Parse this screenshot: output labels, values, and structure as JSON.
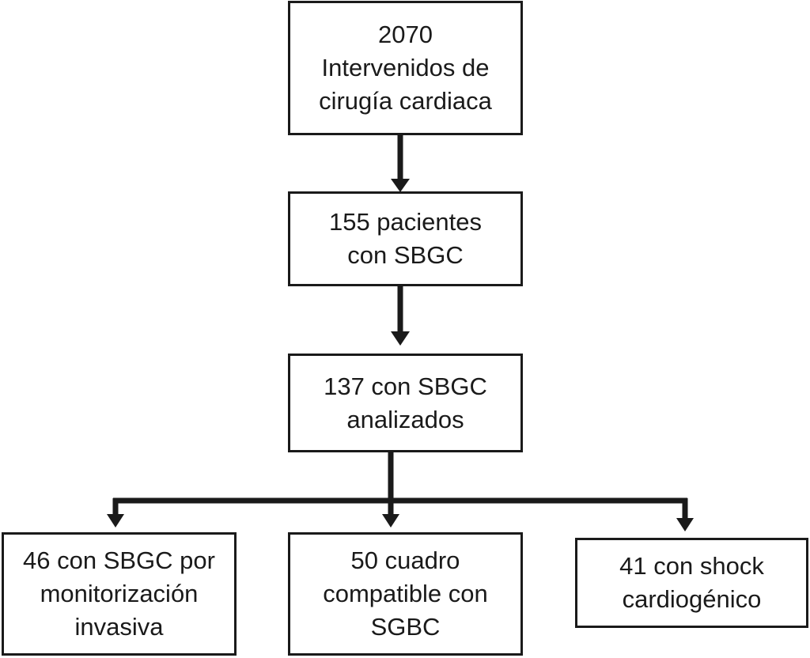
{
  "nodes": {
    "total": {
      "lines": [
        "2070",
        "Intervenidos de",
        "cirugía cardiaca"
      ]
    },
    "sbgc": {
      "lines": [
        "155 pacientes",
        "con SBGC"
      ]
    },
    "analyzed": {
      "lines": [
        "137 con SBGC",
        "analizados"
      ]
    },
    "invasive": {
      "lines": [
        "46 con SBGC por",
        "monitorización",
        "invasiva"
      ]
    },
    "compatible": {
      "lines": [
        "50 cuadro",
        "compatible con",
        "SGBC"
      ]
    },
    "shock": {
      "lines": [
        "41 con shock",
        "cardiogénico"
      ]
    }
  },
  "colors": {
    "stroke": "#1a1a1a",
    "background": "#ffffff"
  }
}
